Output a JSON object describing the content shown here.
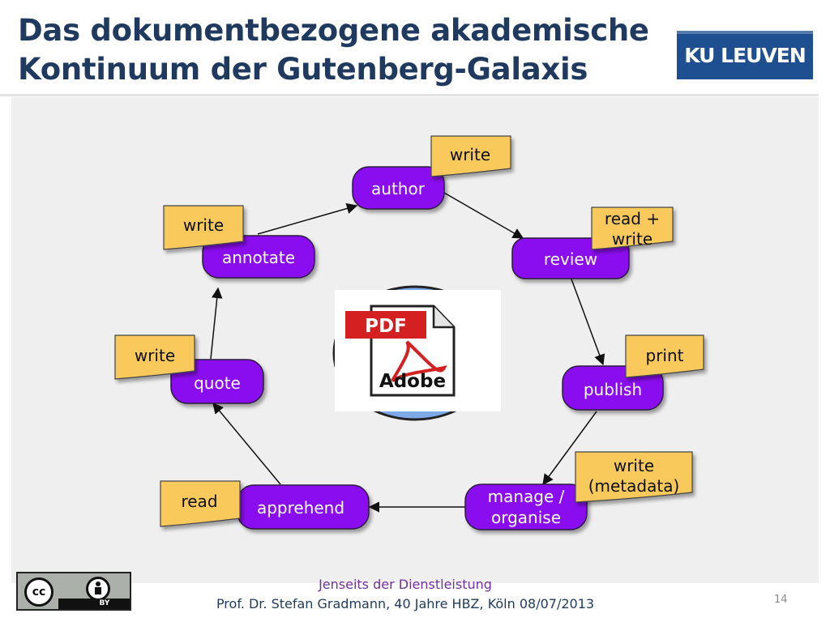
{
  "slide": {
    "title_line1": "Das dokumentbezogene akademische",
    "title_line2": "Kontinuum der Gutenberg-Galaxis",
    "logo_text": "KU LEUVEN",
    "footer_line1": "Jenseits der Dienstleistung",
    "footer_line2": "Prof. Dr. Stefan Gradmann, 40 Jahre HBZ, Köln 08/07/2013",
    "page_number": "14",
    "license": {
      "cc_label": "cc",
      "by_label": "BY"
    }
  },
  "center_icon": {
    "pdf_label": "PDF",
    "adobe_label": "Adobe"
  },
  "colors": {
    "node_fill": "#8a0ef0",
    "note_fill": "#f9c95c",
    "title": "#1f3a5e",
    "footer_accent": "#7030a0",
    "center_circle": "#7fa8e8"
  },
  "nodes": [
    {
      "id": "author",
      "label": "author"
    },
    {
      "id": "review",
      "label": "review"
    },
    {
      "id": "publish",
      "label": "publish"
    },
    {
      "id": "manage",
      "label_line1": "manage /",
      "label_line2": "organise"
    },
    {
      "id": "apprehend",
      "label": "apprehend"
    },
    {
      "id": "quote",
      "label": "quote"
    },
    {
      "id": "annotate",
      "label": "annotate"
    }
  ],
  "notes": [
    {
      "for": "author",
      "label": "write"
    },
    {
      "for": "review",
      "label_line1": "read +",
      "label_line2": "write"
    },
    {
      "for": "publish",
      "label": "print"
    },
    {
      "for": "manage",
      "label_line1": "write",
      "label_line2": "(metadata)"
    },
    {
      "for": "apprehend",
      "label": "read"
    },
    {
      "for": "quote",
      "label": "write"
    },
    {
      "for": "annotate",
      "label": "write"
    }
  ],
  "edges": [
    {
      "from": "author",
      "to": "review"
    },
    {
      "from": "review",
      "to": "publish"
    },
    {
      "from": "publish",
      "to": "manage"
    },
    {
      "from": "manage",
      "to": "apprehend"
    },
    {
      "from": "apprehend",
      "to": "quote"
    },
    {
      "from": "quote",
      "to": "annotate"
    },
    {
      "from": "annotate",
      "to": "author"
    }
  ]
}
